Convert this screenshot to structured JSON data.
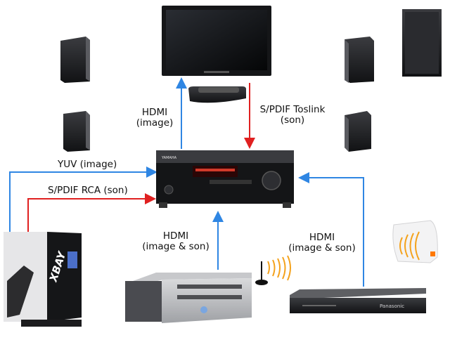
{
  "labels": {
    "tv_hdmi": [
      "HDMI",
      "(image)"
    ],
    "spdif_toslink": [
      "S/PDIF Toslink",
      "(son)"
    ],
    "yuv": "YUV (image)",
    "spdif_rca": "S/PDIF RCA (son)",
    "pc_hdmi": [
      "HDMI",
      "(image & son)"
    ],
    "bluray_hdmi": [
      "HDMI",
      "(image & son)"
    ]
  },
  "device_text": {
    "xbay": "XBAY",
    "bluray_brand": "Panasonic",
    "receiver_brand": "YAMAHA"
  },
  "colors": {
    "blue_arrow": "#2f86e3",
    "red_arrow": "#e02020",
    "wifi_orange": "#f4a21c",
    "device_dark": "#1d1d1f"
  }
}
